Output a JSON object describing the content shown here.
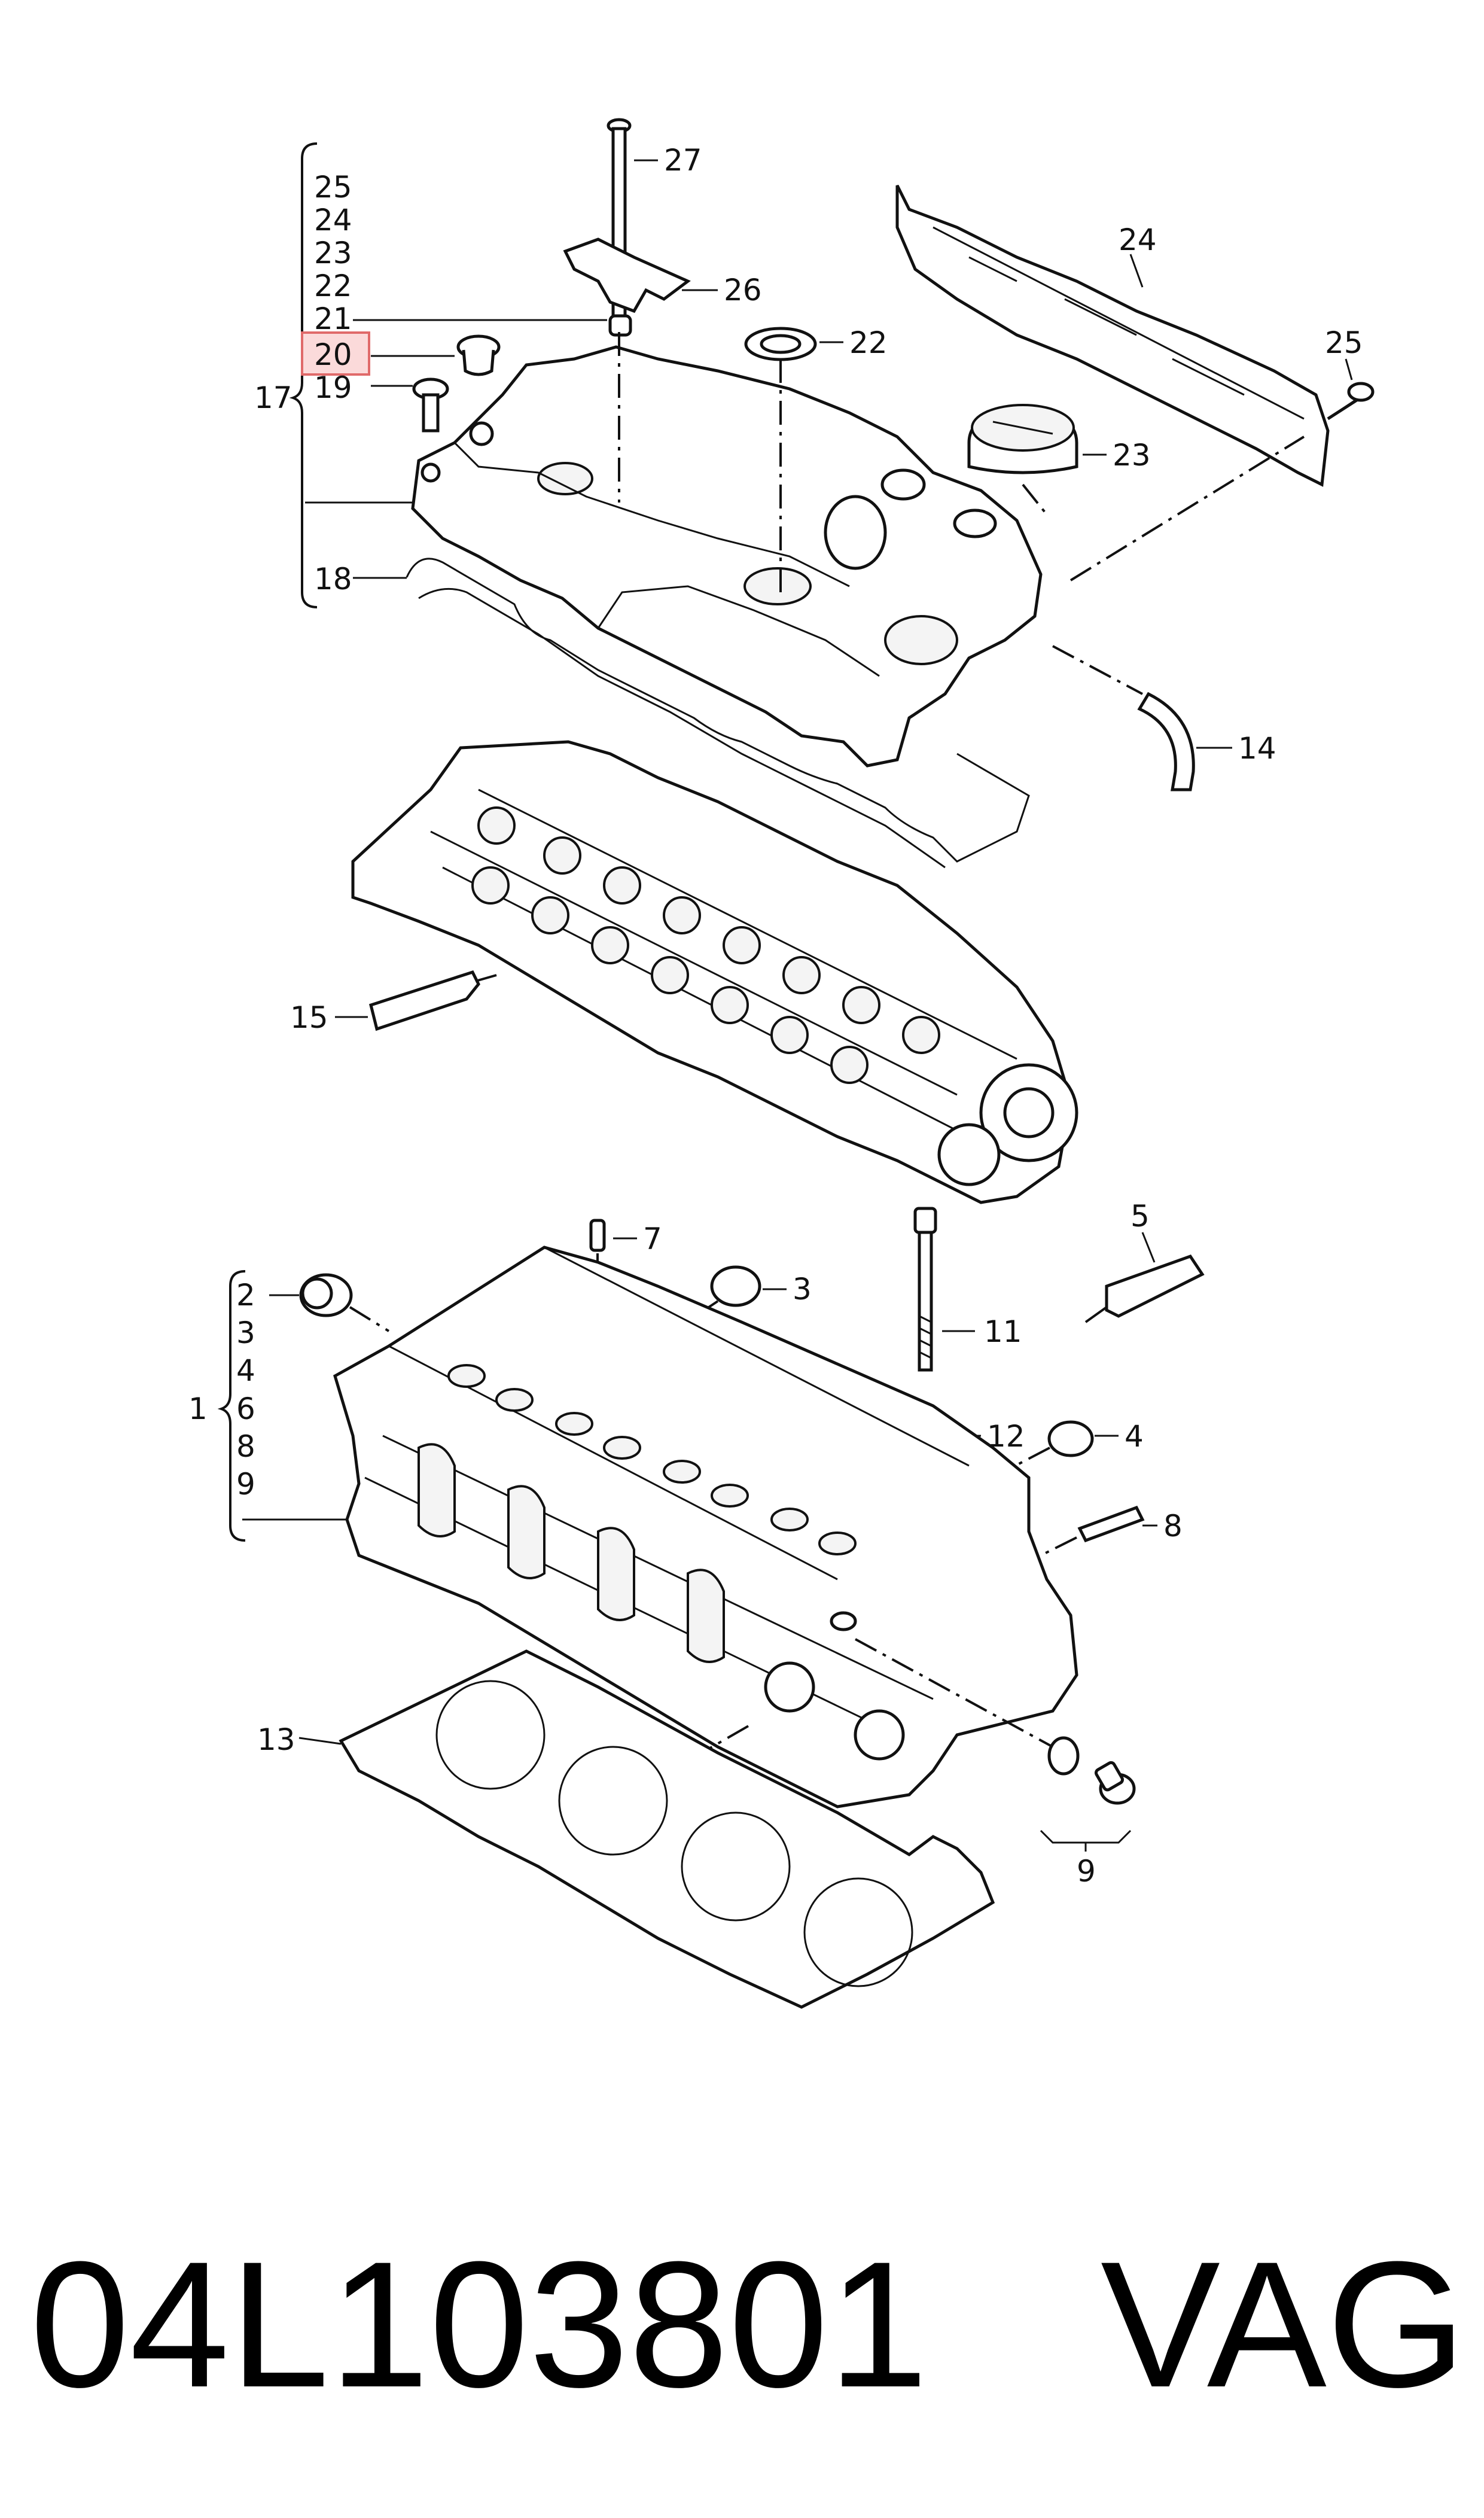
{
  "callouts": {
    "c1": "1",
    "c2": "2",
    "c3": "3",
    "c3b": "3",
    "c4": "4",
    "c4b": "4",
    "c5": "5",
    "c6": "6",
    "c6b": "6",
    "c7": "7",
    "c8": "8",
    "c8b": "8",
    "c9": "9",
    "c9b": "9",
    "c11": "11",
    "c12": "12",
    "c13": "13",
    "c14": "14",
    "c15": "15",
    "c17": "17",
    "c18": "18",
    "c19": "19",
    "c20": "20",
    "c21": "21",
    "c22": "22",
    "c22b": "22",
    "c23": "23",
    "c23b": "23",
    "c24": "24",
    "c24b": "24",
    "c25": "25",
    "c25b": "25",
    "c26": "26",
    "c27": "27"
  },
  "highlighted_callout": "20",
  "highlight_color": "#fbdada",
  "footer": {
    "part_number": "04L103801",
    "brand": "VAG"
  }
}
